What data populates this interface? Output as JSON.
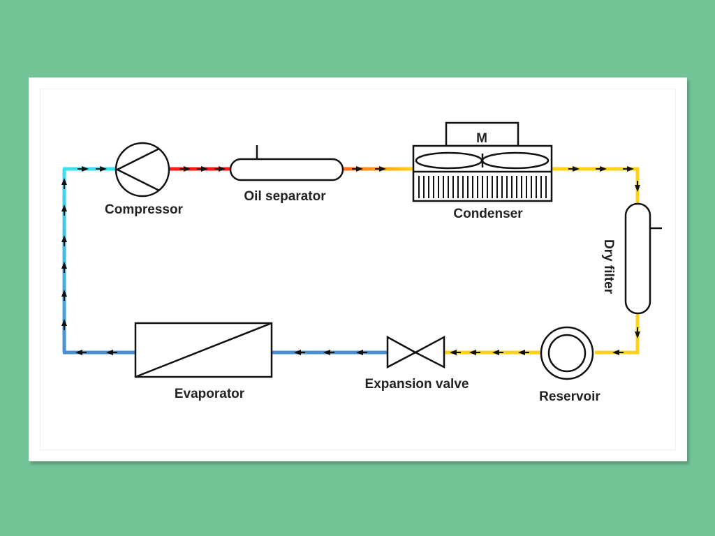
{
  "diagram": {
    "components": {
      "compressor": "Compressor",
      "oil_separator": "Oil separator",
      "condenser": "Condenser",
      "condenser_motor": "M",
      "dry_filter": "Dry filter",
      "reservoir": "Reservoir",
      "expansion_valve": "Expansion valve",
      "evaporator": "Evaporator"
    },
    "line_colors": {
      "discharge_hot": "#ff1a1a",
      "warm_orange": "#ff8c1a",
      "liquid_yellow": "#ffd21a",
      "low_pressure_blue": "#4a8fd1",
      "suction_cyan": "#3ee0ee"
    }
  }
}
